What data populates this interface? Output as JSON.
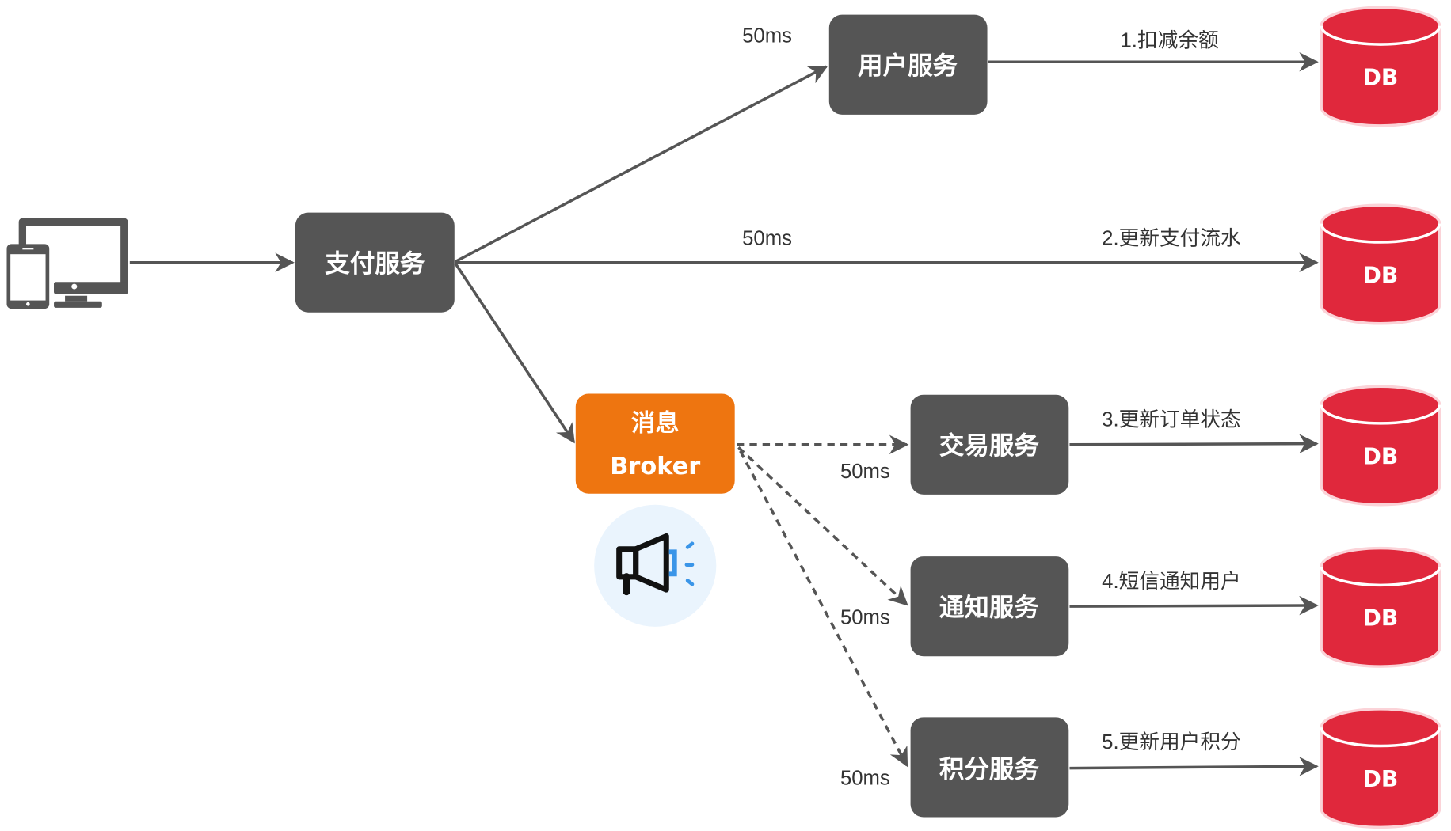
{
  "colors": {
    "service": "#555555",
    "broker": "#ee7510",
    "db": "#e0283c",
    "line": "#555555",
    "megaphone_bg": "#eaf4fd",
    "megaphone_accent": "#3a95e8"
  },
  "client": {
    "icon": "devices-icon"
  },
  "services": {
    "pay": "支付服务",
    "user": "用户服务",
    "trade": "交易服务",
    "notify": "通知服务",
    "points": "积分服务"
  },
  "broker": {
    "line1": "消息",
    "line2": "Broker",
    "icon": "megaphone-icon"
  },
  "latency": {
    "user": "50ms",
    "pay_db": "50ms",
    "trade": "50ms",
    "notify": "50ms",
    "points": "50ms"
  },
  "steps": {
    "s1": "1.扣减余额",
    "s2": "2.更新支付流水",
    "s3": "3.更新订单状态",
    "s4": "4.短信通知用户",
    "s5": "5.更新用户积分"
  },
  "db_label": "DB"
}
